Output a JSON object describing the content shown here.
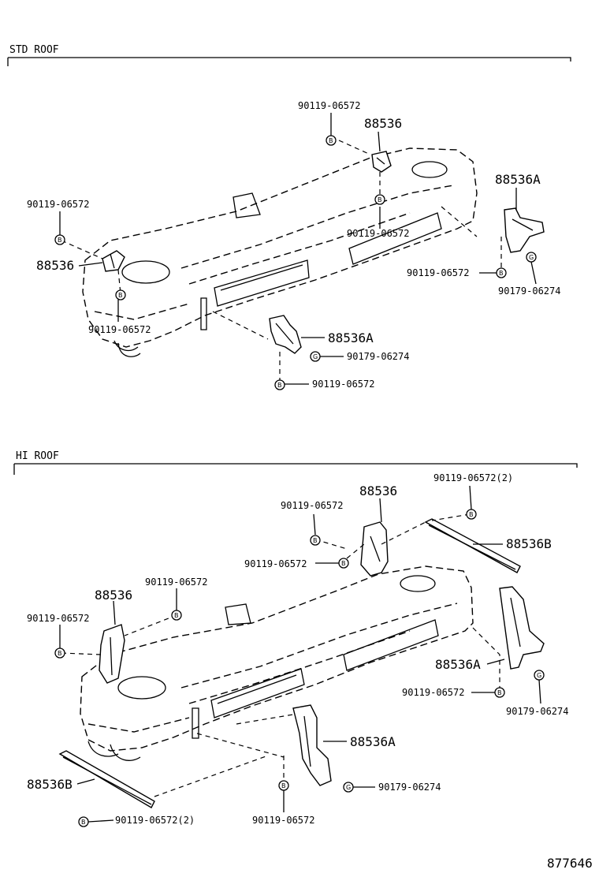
{
  "sections": {
    "std": {
      "title": "STD ROOF"
    },
    "hi": {
      "title": "HI ROOF"
    }
  },
  "bolt_mark": "B",
  "nut_mark": "G",
  "std": {
    "labels": {
      "top_bolt": "90119-06572",
      "top_bracket": "88536",
      "right_bracket": "88536A",
      "left_bolt": "90119-06572",
      "left_bracket": "88536",
      "mid_bolt": "90119-06572",
      "right_bolt": "90119-06572",
      "right_nut": "90179-06274",
      "lower_left_bolt": "90119-06572",
      "lower_bracket": "88536A",
      "lower_nut": "90179-06274",
      "lower_bolt": "90119-06572"
    }
  },
  "hi": {
    "labels": {
      "top_bracket": "88536",
      "top_right_bolt": "90119-06572(2)",
      "top_bolt": "90119-06572",
      "top_bolt2": "90119-06572",
      "right_rail": "88536B",
      "left_bracket": "88536",
      "left_upper_bolt": "90119-06572",
      "left_bolt": "90119-06572",
      "right_bracket": "88536A",
      "right_bolt": "90119-06572",
      "right_nut": "90179-06274",
      "center_bracket": "88536A",
      "left_rail": "88536B",
      "center_nut": "90179-06274",
      "bottom_left_bolt": "90119-06572(2)",
      "bottom_bolt": "90119-06572"
    }
  },
  "figure_number": "877646"
}
